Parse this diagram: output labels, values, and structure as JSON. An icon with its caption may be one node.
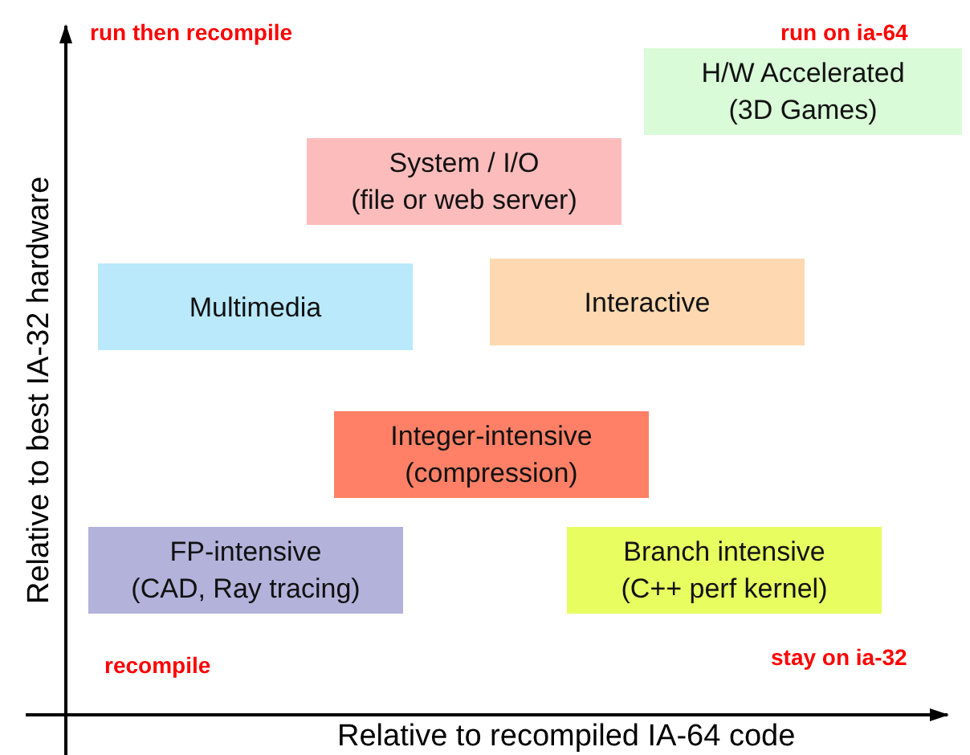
{
  "diagram": {
    "nodes": [
      {
        "text": [
          "H/W Accelerated",
          "(3D Games)"
        ]
      },
      {
        "text": [
          "System / I/O",
          "(file or web server)"
        ]
      },
      {
        "text": [
          "Multimedia"
        ]
      },
      {
        "text": [
          "Interactive"
        ]
      },
      {
        "text": [
          "Integer-intensive",
          "(compression)"
        ]
      },
      {
        "text": [
          "FP-intensive",
          "(CAD, Ray tracing)"
        ]
      },
      {
        "text": [
          "Branch intensive",
          "(C++ perf kernel)"
        ]
      }
    ],
    "edges": [],
    "labels": [
      "run then recompile",
      "run on ia-64",
      "Relative to best IA-32 hardware",
      "recompile",
      "stay on ia-32",
      "Relative to recompiled IA-64 code"
    ]
  }
}
